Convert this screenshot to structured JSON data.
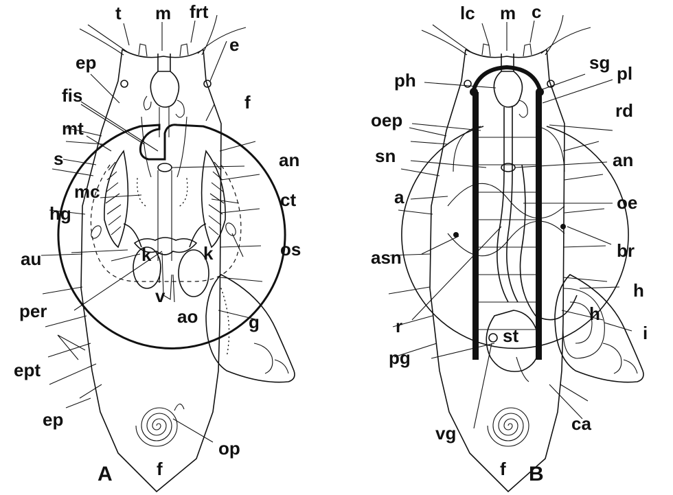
{
  "figure": {
    "panel_a": {
      "panel_label": "A",
      "labels": {
        "t": "t",
        "m": "m",
        "frt": "frt",
        "ep_top": "ep",
        "e": "e",
        "fis": "fis",
        "f_right": "f",
        "mt": "mt",
        "s": "s",
        "an": "an",
        "mc": "mc",
        "hg": "hg",
        "ct": "ct",
        "os": "os",
        "au": "au",
        "k_left": "k",
        "k_right": "k",
        "per": "per",
        "v": "v",
        "ao": "ao",
        "g": "g",
        "ept": "ept",
        "ep_bottom": "ep",
        "op": "op",
        "f_bottom": "f"
      }
    },
    "panel_b": {
      "panel_label": "B",
      "labels": {
        "lc": "lc",
        "m": "m",
        "c": "c",
        "sg": "sg",
        "ph": "ph",
        "pl": "pl",
        "oep": "oep",
        "rd": "rd",
        "sn": "sn",
        "an": "an",
        "a": "a",
        "oe": "oe",
        "asn": "asn",
        "br": "br",
        "h_right": "h",
        "h_inner": "h",
        "r": "r",
        "i": "i",
        "st": "st",
        "pg": "pg",
        "vg": "vg",
        "ca": "ca",
        "f_bottom": "f"
      }
    }
  }
}
